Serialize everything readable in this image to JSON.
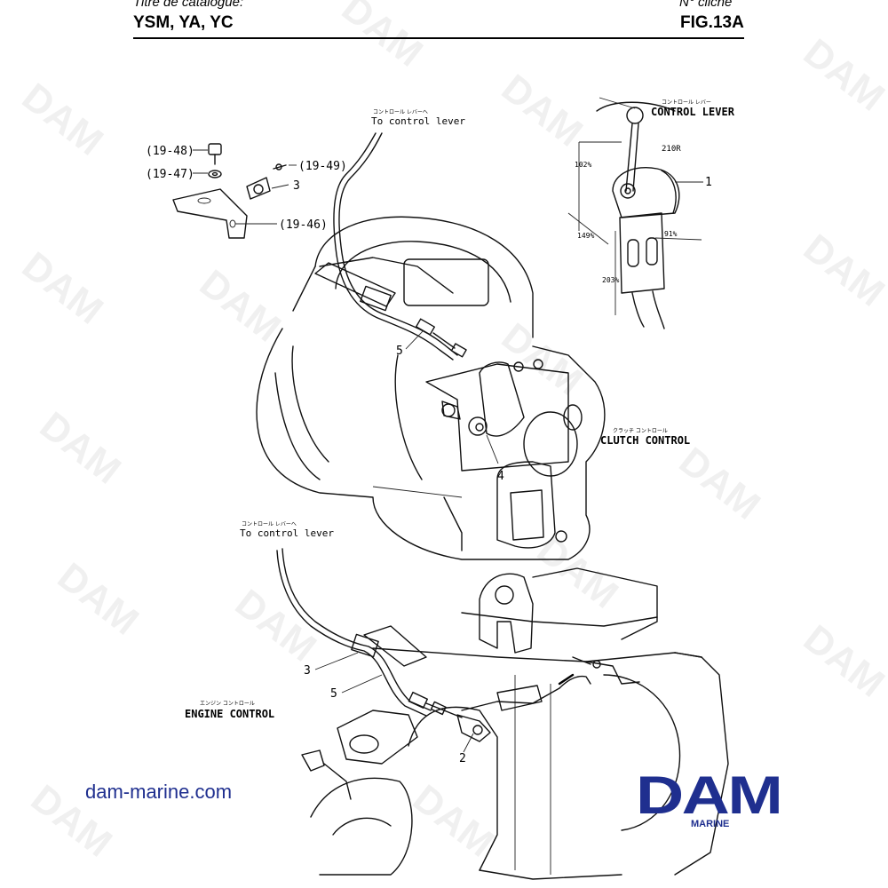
{
  "header": {
    "catalogue_label": "Titre de catalogue:",
    "catalogue_value": "YSM, YA, YC",
    "cliche_label": "N° cliché",
    "figure": "FIG.13A"
  },
  "drawing": {
    "part_refs": {
      "p19_48": "(19-48)",
      "p19_47": "(19-47)",
      "p19_49": "(19-49)",
      "p19_46": "(19-46)",
      "p3_top": "3",
      "p5_top": "5",
      "p4": "4",
      "p1": "1",
      "p3_bottom": "3",
      "p5_bottom": "5",
      "p2": "2"
    },
    "to_control_lever_top": {
      "kana": "コントロール レバーへ",
      "text": "To control lever"
    },
    "to_control_lever_bottom": {
      "kana": "コントロール レバーへ",
      "text": "To control lever"
    },
    "control_lever": {
      "kana": "コントロール レバー",
      "text": "CONTROL LEVER"
    },
    "clutch_control": {
      "kana": "クラッチ コントロール",
      "text": "CLUTCH CONTROL"
    },
    "engine_control": {
      "kana": "エンジン コントロール",
      "text": "ENGINE CONTROL"
    },
    "dims": {
      "r210": "210R",
      "d102": "102%",
      "d149": "149%",
      "d91": "91%",
      "d203": "203%"
    }
  },
  "footer": {
    "website": "dam-marine.com",
    "logo_word": "DAM",
    "logo_sub": "MARINE"
  },
  "watermark": "DAM"
}
